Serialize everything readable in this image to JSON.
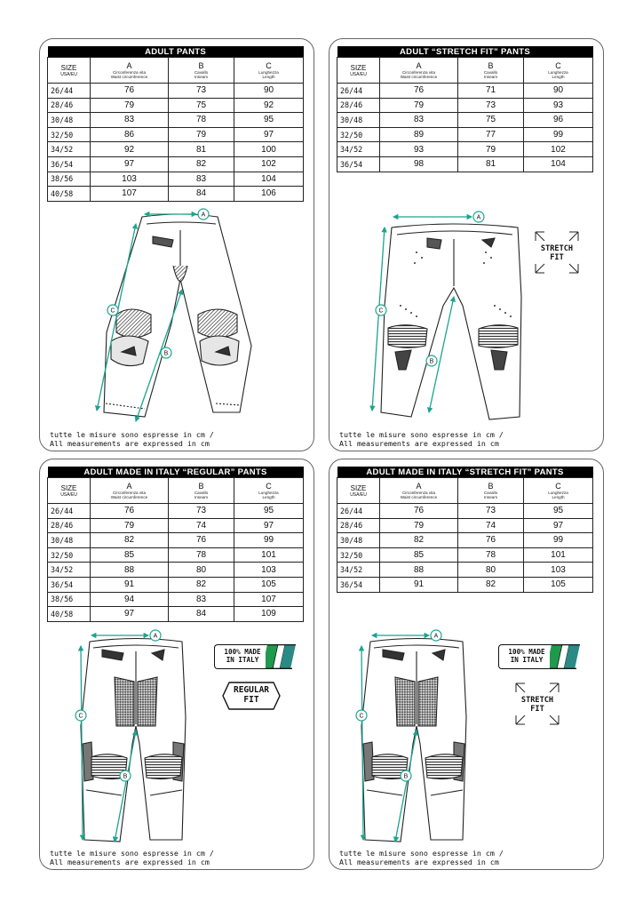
{
  "colors": {
    "accent": "#1aa58f",
    "italy_green": "#1f9a4d",
    "italy_teal": "#2a8a85",
    "line": "#222222"
  },
  "icons": [
    "measure-a-marker",
    "measure-b-marker",
    "measure-c-marker",
    "stretch-arrows-icon",
    "italy-flag-stripes"
  ],
  "header": {
    "size": "SIZE",
    "size_sub": "USA/EU",
    "a": "A",
    "a_it": "Circonferenza vita",
    "a_en": "Waist circumference",
    "b": "B",
    "b_it": "Cavallo",
    "b_en": "Inseam",
    "c": "C",
    "c_it": "Lunghezza",
    "c_en": "Length"
  },
  "note": {
    "it": "tutte le misure sono espresse in cm /",
    "en": "All measurements are expressed in cm"
  },
  "markers": {
    "a": "A",
    "b": "B",
    "c": "C"
  },
  "badges": {
    "italy_line1": "100% MADE",
    "italy_line2": "IN ITALY",
    "regular_line1": "REGULAR",
    "regular_line2": "FIT",
    "stretch_line1": "STRETCH",
    "stretch_line2": "FIT"
  },
  "tables": [
    {
      "title": "ADULT PANTS",
      "rows": [
        [
          "26/44",
          "76",
          "73",
          "90"
        ],
        [
          "28/46",
          "79",
          "75",
          "92"
        ],
        [
          "30/48",
          "83",
          "78",
          "95"
        ],
        [
          "32/50",
          "86",
          "79",
          "97"
        ],
        [
          "34/52",
          "92",
          "81",
          "100"
        ],
        [
          "36/54",
          "97",
          "82",
          "102"
        ],
        [
          "38/56",
          "103",
          "83",
          "104"
        ],
        [
          "40/58",
          "107",
          "84",
          "106"
        ]
      ]
    },
    {
      "title": "ADULT “STRETCH FIT” PANTS",
      "rows": [
        [
          "26/44",
          "76",
          "71",
          "90"
        ],
        [
          "28/46",
          "79",
          "73",
          "93"
        ],
        [
          "30/48",
          "83",
          "75",
          "96"
        ],
        [
          "32/50",
          "89",
          "77",
          "99"
        ],
        [
          "34/52",
          "93",
          "79",
          "102"
        ],
        [
          "36/54",
          "98",
          "81",
          "104"
        ]
      ]
    },
    {
      "title": "ADULT MADE IN ITALY “REGULAR” PANTS",
      "rows": [
        [
          "26/44",
          "76",
          "73",
          "95"
        ],
        [
          "28/46",
          "79",
          "74",
          "97"
        ],
        [
          "30/48",
          "82",
          "76",
          "99"
        ],
        [
          "32/50",
          "85",
          "78",
          "101"
        ],
        [
          "34/52",
          "88",
          "80",
          "103"
        ],
        [
          "36/54",
          "91",
          "82",
          "105"
        ],
        [
          "38/56",
          "94",
          "83",
          "107"
        ],
        [
          "40/58",
          "97",
          "84",
          "109"
        ]
      ]
    },
    {
      "title": "ADULT MADE IN ITALY “STRETCH FIT” PANTS",
      "rows": [
        [
          "26/44",
          "76",
          "73",
          "95"
        ],
        [
          "28/46",
          "79",
          "74",
          "97"
        ],
        [
          "30/48",
          "82",
          "76",
          "99"
        ],
        [
          "32/50",
          "85",
          "78",
          "101"
        ],
        [
          "34/52",
          "88",
          "80",
          "103"
        ],
        [
          "36/54",
          "91",
          "82",
          "105"
        ]
      ]
    }
  ]
}
